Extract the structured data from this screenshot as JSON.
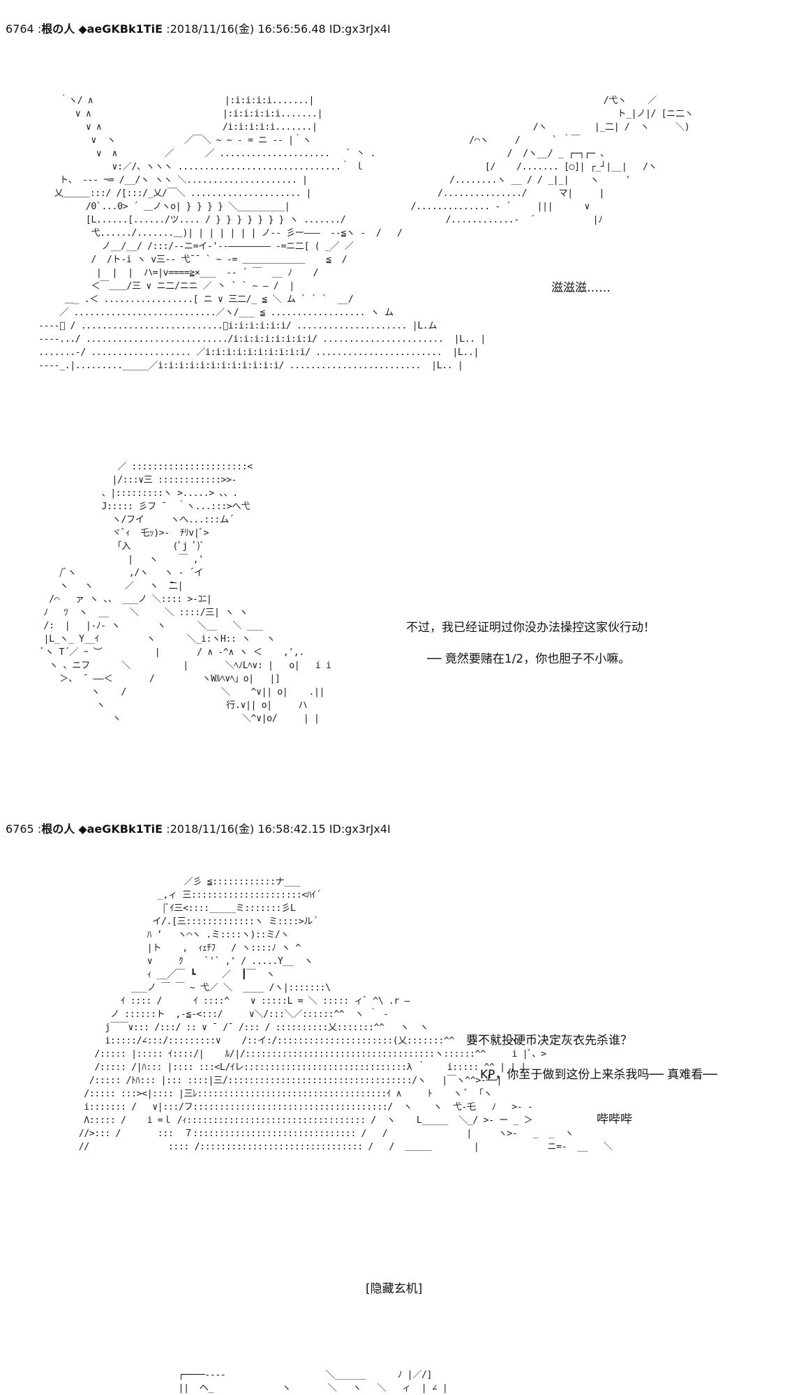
{
  "posts": [
    {
      "number": "6764",
      "name": "根の人",
      "trip": "◆aeGKBk1TiE",
      "datetime": "2018/11/16(金) 16:56:56.48",
      "id": "ID:gx3rJx4I"
    },
    {
      "number": "6765",
      "name": "根の人",
      "trip": "◆aeGKBk1TiE",
      "datetime": "2018/11/16(金) 16:58:42.15",
      "id": "ID:gx3rJx4I"
    }
  ],
  "art": {
    "battle": "    ｀ヽ/ ∧                         |:i:i:i:i.......|                                                       /弋ヽ    ／\n       ∨ ∧                         |:i:i:i:i:i.......|                                                        ト_|ノ|/ [ニ二ヽ\n         ∨ ∧                       /i:i:i:i:i.......|                                         /ヽ         |_二| /  ヽ     ＼)\n          ∨  ヽ             ／￣＼ ~ ~ ‐ = ニ -- |｀ヽ                              /⌒ヽ     /      ` ｀￣\n           ∨  ∧         ／      ／ .....................   ` 丶 .                         /  /ヽ__/ _ ┌─┐┌─ 、\n              ∨:／/、ヽヽヽ ...............................｀ ｌ                       [/    /....... [○]| ┌_┘|__|   /ヽ\n    ト、 --‐ ¬= /__/ヽ ヽヽ ＼..................... |                           /........ヽ __ / / _|_|    ヽ     '\n   乂＿＿＿:::/ /[:::/_乂/￣＼ ..................... |                        /.............../      マ|     |\n         /0`...0> ´ ＿ノヽo| } } } } ＼_________|                       /.............. ‐ ´     |||      ∨\n         [L......[....../ツ.... / } } } } } } } ヽ ......./                   /............-  ´           |ﾉ\n          弋....../.......＿)| | | | | | | ノ-‐ 彡ー―――  --≦ヽ -  /   /\n            ノ__/__/ /:::/‐-ニ=イ‐'--―――――――― -=ニ二[ ( _／ ／\n          /  /ト-i ヽ v三-- 弋¯¯ ` ~ -= ＿＿＿＿＿＿＿    ≦  /\n           |  |  |  ハ=|v====≧×___  ‐‐ ´ ￣  __ ﾉ    /\n          ＜￣＿＿/三 ∨ ニ二/ニニ ／ 丶 ` ` ~ ― /  |\n     ＿_ .＜ .................[ ニ ∨ 三二/_ ≦ ＼ ム ` ` `  __/\n    ／ ...........................／ヽ/___ ≦ .................. ヽ ム\n--‐‐ﾞ / ...........................／i:i:i:i:i:i/ ..................... |L.ム\n‐‐‐‐.../ .........................../i:i:i:i:i:i:i:i/ .......................  |L.. |\n.......‐/ ................... ／i:i:i:i:i:i:i:i:i:i/ ........................  |L..|\n--‐‐_.|........._____／i:i:i:i:i:i:i:i:i:i:i:i/ .........................  |L.. |",
    "boy": "               ／ ::::::::::::::::::::::<\n              |/:::∨三 ::::::::::::>>-\n            、|:::::::::ヽ >.....> 、、.\n            J::::: 彡フ ¯  ｀ヽ...:::>へ弋\n              ヽ/フイ     ヽへ...:::ム´\n              ヾﾞｨ  乇ｯ)>-  ﾁﾘv|ﾞ>\n               ｢入        (ﾟj ﾟ)ﾞ\n                 |   ヽ    ￣ ,'\n    /ﾞヽ          ,/ヽ   ヽ - ´イ\n    ヽ   ヽ      ／   ヽ  ̄二|\n  /⌒   ァ ヽ 、、 ___ノ ＼:::: >-ｺﾆ|\n ﾉ   ﾂ  ヽ  __    ＼     ＼ ::::/三| ヽ ヽ\n /:  |   |-ﾉ- ヽ       ヽ      ＼__   ＼ ___\n |L_ヽ_ Y__ｲ         ヽ      ＼_i:ヽH:: ヽ   ヽ\n ﾞヽ T´／ ｰ ︶          |       / ∧ -^∧ ヽ ＜    ,',.\n  ヽ 、ニフ      ＼          |       ＼ﾍﾉLﾍ∨: |   o|   i i\n    ＞、 ̄  ――＜       /         ヽWﾙﾍ∨ﾍ」o|   |]\n          ヽ    /                  ＼    ^∨|| o|    .||\n           ヽ                       行.∨|| o|     ハ\n              ヽ                       ＼^∨|o/     | |",
    "gray": "                         ／彡 ≦::::::::::::ナ___\n                    _,ィ 三:::::::::::::::::::::<ﾊｲ´\n                     |ﾞｲ三<::::_____ミ:::::::彡L\n                   イ/.[三:::::::::::::ヽ ミ::::>ル´\n                  ﾊ ’   ヽ⌒ヽ .ミ::::ヽ)::ミ/ヽ\n                  |ト    ,  ｨｪﾁﾌ   / ヽ::::ﾉ ヽ ^\n                  ∨     ｸ    `'` ,' / .....Y__  ヽ\n                  ｨ __／￣ ┗     ／  ┃￣  ヽ\n               ___ノ ￣ ￣ ~ 弋／ ＼  ____ /ヽ|:::::::\\\n             ｲ :::: /      ｲ ::::^    ∨ :::::L = ＼ ::::: ィﾞ ^\\ .r ―\n           ノ ::::::ト  ,‐≦-<:::/     ∨＼/:::＼／::::::^^  ヽ ｀ ‐\n          j￣￣∨::: /:::/ :: ∨ ¯ /¯ /::: / ::::::::::乂:::::::^^   ヽ  ヽ\n          i:::::/∠:::/:::::::::∨    /::イ:/::::::::::::::::::::::(乂:::::::^^   ヽ  ヽ  ヽ\n        /::::: |::::: ｲ::::/|    ﾙ/|/::::::::::::::::::::::::::::::::::::ヽ::::::^^     i |ﾞ、>\n        /::::: /|ﾊ::: |:::: :::<L/ｲレ:::::::::::::::::::::::::::::::λ ｀    i::::: ^^ | | |\n       /::::: /ﾄﾊ::: |::: ::::|三/:::::::::::::::::::::::::::::::::::/ヽ   |￣ヽ^^>-┴─|\n      /::::: :::><|:::: |三ﾚ::::::::::::::::::::::::::::::::::::ｲ ∧     ﾄ    ヽ ﾞ  ｢ヽ\n      i::::::: /   ∨|:::/フ:::::::::::::::::::::::::::::::::::::/  ヽ    ヽ  弋-乇   ﾉ   >- -\n      Λ::::: /    i =ｌ /ｨ:::::::::::::::::::::::::::::::::: /  ヽ    L_____  ＼_/ >- ー _ ＞\n     //>::: /       :::  ７::::::::::::::::::::::::::::::: /   /               |     ヽ>-   _  _  ヽ\n     //               :::: /::::::::::::::::::::::::::::::: /   /  ＿＿＿        |             ニ=-  __   ＼",
    "bottom": "              ┌────‐‐‐‐                   ＼______      ﾉ |／/]\n              ||  ヘ_             ヽ       ＼   ヽ   ＼   ィ  | ∠ |"
  },
  "dialogue": {
    "post1_effect": "滋滋滋……",
    "post1_line1": "不过，我已经证明过你没办法操控这家伙行动！",
    "post1_line2": "── 竟然要赌在1/2，你也胆子不小嘛。",
    "post2_line1": "要不就投硬币决定灰衣先杀谁？",
    "post2_line2": "KP，你至于做到这份上来杀我吗── 真难看──",
    "post2_effect": "哔哔哔",
    "hidden_label": "[隐藏玄机]"
  }
}
